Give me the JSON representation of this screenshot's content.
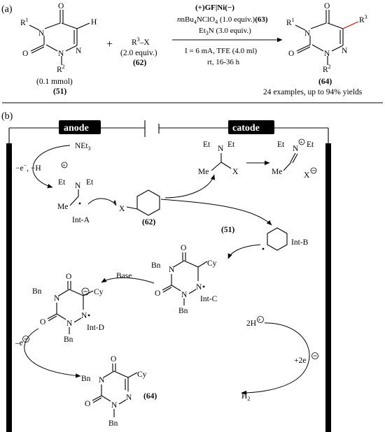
{
  "part_a": {
    "label": "(a)",
    "reactant": {
      "amount": "(0.1 mmol)",
      "code": "(51)",
      "atoms": {
        "N": "N",
        "O": "O",
        "H": "H",
        "R": "R",
        "r1": "1",
        "r2": "2"
      }
    },
    "plus": "+",
    "reagent": {
      "formula_main": "R",
      "formula_sup": "3",
      "formula_rest": "–X",
      "equiv": "(2.0 equiv.)",
      "code": "(62)"
    },
    "conditions": {
      "electrodes": "(+)GF|Ni(−)",
      "electrolyte_prefix": "nBu",
      "electrolyte_sub4": "4",
      "electrolyte_mid": "NClO",
      "electrolyte_sub4b": "4",
      "electrolyte_rest": " (1.0 equiv.)",
      "electrolyte_code": "(63)",
      "base_main": "Et",
      "base_sub": "3",
      "base_rest": "N (3.0 equiv.)",
      "current": "I = 6 mA, TFE (4.0 ml)",
      "time": "rt, 16-36 h"
    },
    "product": {
      "code": "(64)",
      "summary": "24 examples, up to 94% yields",
      "r3": "3"
    }
  },
  "part_b": {
    "label": "(b)",
    "anode": "anode",
    "cathode": "catode",
    "species": {
      "net3_main": "NEt",
      "net3_sub": "3",
      "oxidation": "−e",
      "oxidation_sup": "−",
      "oxidation_rest": ", −H",
      "int_a": "Int-A",
      "int_b": "Int-B",
      "int_c": "Int-C",
      "int_d": "Int-D",
      "code_62": "(62)",
      "code_51": "(51)",
      "code_64": "(64)",
      "base": "Base",
      "reduction_main": "–e",
      "h_plus": "2H",
      "electrons": "+2e",
      "h2_main": "H",
      "h2_sub": "2",
      "et": "Et",
      "bn": "Bn",
      "cy": "Cy",
      "x": "X",
      "x_minus": "X"
    },
    "colors": {
      "line": "#000000",
      "header_bg": "#000000",
      "header_text": "#ffffff",
      "electrode": "#000000",
      "r3_bond": "#c0392b"
    }
  }
}
